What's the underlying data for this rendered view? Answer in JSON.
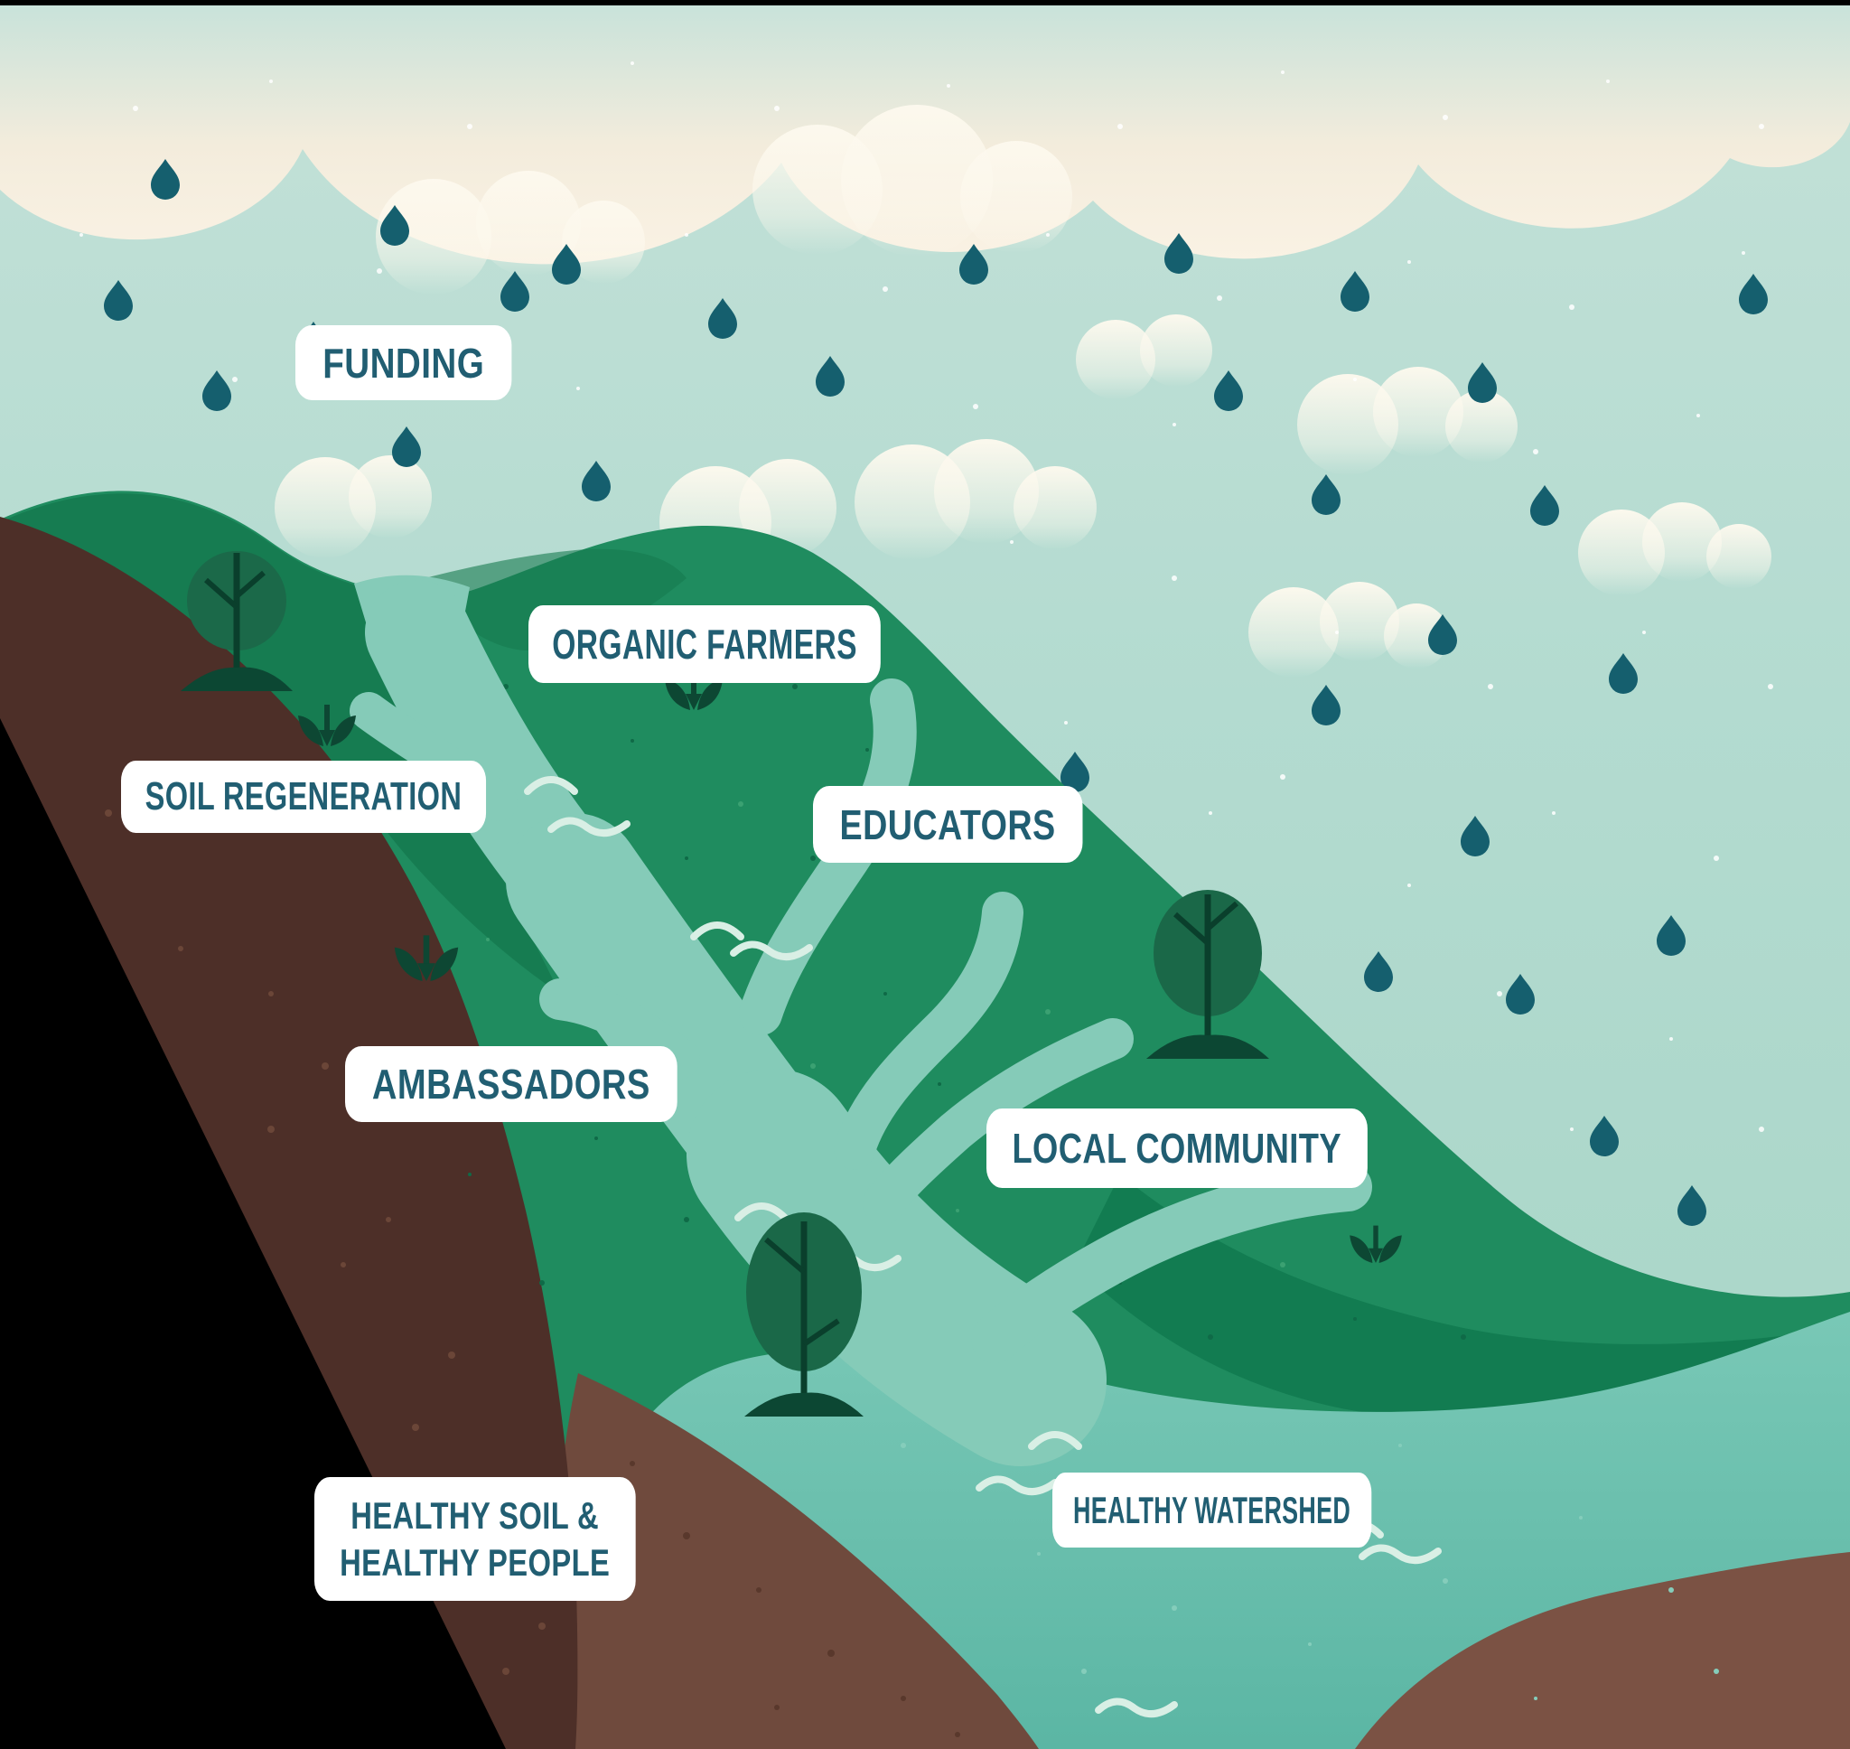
{
  "labels": {
    "funding": "FUNDING",
    "organic_farmers": "ORGANIC FARMERS",
    "soil_regeneration": "SOIL REGENERATION",
    "educators": "EDUCATORS",
    "ambassadors": "AMBASSADORS",
    "local_community": "LOCAL COMMUNITY",
    "healthy_soil_line1": "HEALTHY SOIL &",
    "healthy_soil_line2": "HEALTHY PEOPLE",
    "healthy_watershed": "HEALTHY WATERSHED"
  },
  "colors": {
    "background": "#000000",
    "label_background": "#ffffff",
    "label_text": "#215e72",
    "sky_teal": "#b5dcd2",
    "cloud_cream": "#f8f0e3",
    "raindrop_teal": "#155f6e",
    "hill_green": "#1f8c5f",
    "hill_green_dark": "#15794f",
    "river_teal": "#85cbb8",
    "wave_light": "#d9efe5",
    "soil_dark_brown": "#4d2f28",
    "riverbank_brown": "#6f4a3d",
    "riverbank_brown_right": "#7b5244",
    "lake_teal": "#68bfae",
    "tree_canopy_green": "#1a6848",
    "tree_trunk_green": "#0a3f2c",
    "sprout_green": "#0d4733"
  }
}
